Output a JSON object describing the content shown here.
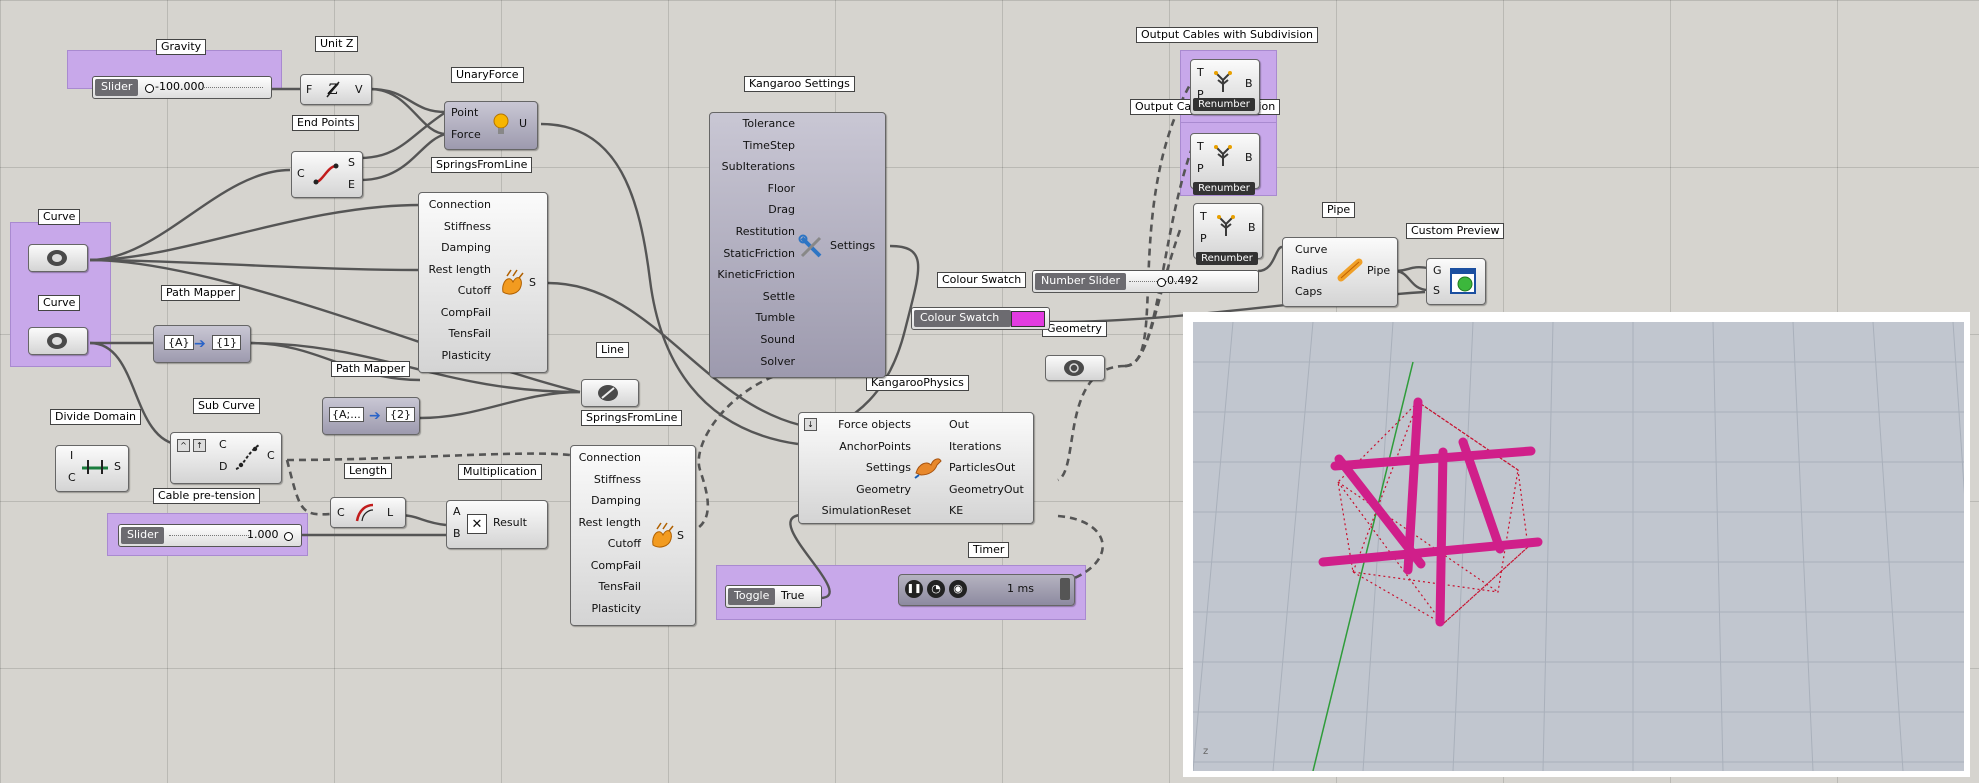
{
  "groups": {
    "gravity": "Gravity",
    "unit_z": "Unit Z",
    "unary_force": "UnaryForce",
    "end_points": "End Points",
    "springs1": "SpringsFromLine",
    "curve1": "Curve",
    "curve2": "Curve",
    "path_mapper1": "Path Mapper",
    "path_mapper2": "Path Mapper",
    "divide_domain": "Divide Domain",
    "sub_curve": "Sub Curve",
    "cable_pretension": "Cable pre-tension",
    "length": "Length",
    "multiplication": "Multiplication",
    "springs2": "SpringsFromLine",
    "line": "Line",
    "kangaroo_settings": "Kangaroo Settings",
    "kangaroo_physics": "KangarooPhysics",
    "timer": "Timer",
    "colour_swatch": "Colour Swatch",
    "geometry": "Geometry",
    "output_cables1": "Output Cables with Subdivision",
    "output_cables2": "Output Ca",
    "output_cables2_tail": "ubdivision",
    "pipe": "Pipe",
    "custom_preview": "Custom Preview"
  },
  "gravity_slider": {
    "name": "Slider",
    "value": "-100.000"
  },
  "pretension_slider": {
    "name": "Slider",
    "value": "1.000"
  },
  "number_slider": {
    "name": "Number Slider",
    "value": "0.492"
  },
  "unit_z": {
    "in": "F",
    "out": "V"
  },
  "unary_force": {
    "inputs": [
      "Point",
      "Force"
    ],
    "out": "U"
  },
  "end_points": {
    "in": "C",
    "outs": [
      "S",
      "E"
    ]
  },
  "springs": {
    "inputs": [
      "Connection",
      "Stiffness",
      "Damping",
      "Rest length",
      "Cutoff",
      "CompFail",
      "TensFail",
      "Plasticity"
    ],
    "out": "S"
  },
  "path_mapper1": {
    "from": "{A}",
    "to": "{1}"
  },
  "path_mapper2": {
    "from": "{A;...",
    "to": "{2}"
  },
  "divide_domain": {
    "inputs": [
      "I",
      "C"
    ],
    "out": "S"
  },
  "sub_curve": {
    "inputs": [
      "C",
      "D"
    ],
    "out": "C"
  },
  "length": {
    "in": "C",
    "out": "L"
  },
  "multiplication": {
    "inputs": [
      "A",
      "B"
    ],
    "out": "Result"
  },
  "kangaroo_settings": {
    "inputs": [
      "Tolerance",
      "TimeStep",
      "SubIterations",
      "Floor",
      "Drag",
      "Restitution",
      "StaticFriction",
      "KineticFriction",
      "Settle",
      "Tumble",
      "Sound",
      "Solver"
    ],
    "out": "Settings"
  },
  "kangaroo_physics": {
    "inputs": [
      "Force objects",
      "AnchorPoints",
      "Settings",
      "Geometry",
      "SimulationReset"
    ],
    "outputs": [
      "Out",
      "Iterations",
      "ParticlesOut",
      "GeometryOut",
      "KE"
    ]
  },
  "toggle": {
    "name": "Toggle",
    "value": "True"
  },
  "timer": {
    "interval": "1 ms"
  },
  "colour_swatch": {
    "name": "Colour Swatch",
    "color": "#e23be0"
  },
  "renumber": {
    "inputs": [
      "T",
      "P"
    ],
    "out": "B",
    "badge": "Renumber"
  },
  "pipe": {
    "inputs": [
      "Curve",
      "Radius",
      "Caps"
    ],
    "out": "Pipe"
  },
  "custom_preview": {
    "inputs": [
      "G",
      "S"
    ]
  },
  "icons": [
    "curve-param-icon",
    "vector-icon",
    "lightbulb-force-icon",
    "spring-hand-icon",
    "kangaroo-icon",
    "tools-icon",
    "tree-renumber-icon",
    "pipe-icon",
    "preview-icon",
    "geometry-icon",
    "line-icon",
    "multiply-icon",
    "length-icon",
    "subcurve-icon",
    "divide-domain-icon"
  ],
  "colors": {
    "canvas": "#d6d4cf",
    "group": "#c8a8ea",
    "pipe_magenta": "#d01f8a",
    "cable_red": "#c8102e",
    "viewport_bg": "#c1c6cf"
  },
  "viewport": {
    "axis_label": "z"
  }
}
